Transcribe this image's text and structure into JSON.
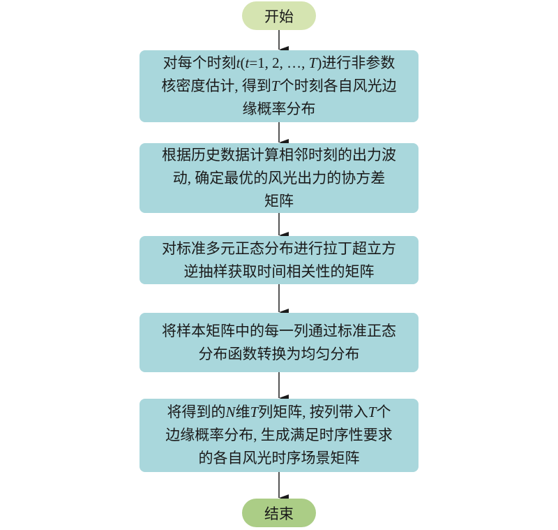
{
  "start_label": "开始",
  "end_label": "结束",
  "steps": [
    {
      "lines": [
        [
          {
            "t": "对每个时刻"
          },
          {
            "t": "t",
            "i": true
          },
          {
            "t": "(",
            "r": true
          },
          {
            "t": "t",
            "i": true
          },
          {
            "t": "=1, 2, …, ",
            "r": true
          },
          {
            "t": "T",
            "i": true
          },
          {
            "t": ")",
            "r": true
          },
          {
            "t": "进行非参数"
          }
        ],
        [
          {
            "t": "核密度估计"
          },
          {
            "t": ", ",
            "r": true
          },
          {
            "t": "得到"
          },
          {
            "t": "T",
            "i": true
          },
          {
            "t": "个时刻各自风光边"
          }
        ],
        [
          {
            "t": "缘概率分布"
          }
        ]
      ]
    },
    {
      "lines": [
        [
          {
            "t": "根据历史数据计算相邻时刻的出力波"
          }
        ],
        [
          {
            "t": "动"
          },
          {
            "t": ", ",
            "r": true
          },
          {
            "t": "确定最优的风光出力的协方差"
          }
        ],
        [
          {
            "t": "矩阵"
          }
        ]
      ]
    },
    {
      "lines": [
        [
          {
            "t": "对标准多元正态分布进行拉丁超立方"
          }
        ],
        [
          {
            "t": "逆抽样获取时间相关性的矩阵"
          }
        ]
      ]
    },
    {
      "lines": [
        [
          {
            "t": "将样本矩阵中的每一列通过标准正态"
          }
        ],
        [
          {
            "t": "分布函数转换为均匀分布"
          }
        ]
      ]
    },
    {
      "lines": [
        [
          {
            "t": "将得到的"
          },
          {
            "t": "N",
            "i": true
          },
          {
            "t": "维"
          },
          {
            "t": "T",
            "i": true
          },
          {
            "t": "列矩阵"
          },
          {
            "t": ", ",
            "r": true
          },
          {
            "t": "按列带入"
          },
          {
            "t": "T",
            "i": true
          },
          {
            "t": "个"
          }
        ],
        [
          {
            "t": "边缘概率分布"
          },
          {
            "t": ", ",
            "r": true
          },
          {
            "t": "生成满足时序性要求"
          }
        ],
        [
          {
            "t": "的各自风光时序场景矩阵"
          }
        ]
      ]
    }
  ],
  "colors": {
    "start": "#d5e4b1",
    "end": "#abcd86",
    "box": "#a9d7dc",
    "arrow": "#1a1a1a"
  }
}
